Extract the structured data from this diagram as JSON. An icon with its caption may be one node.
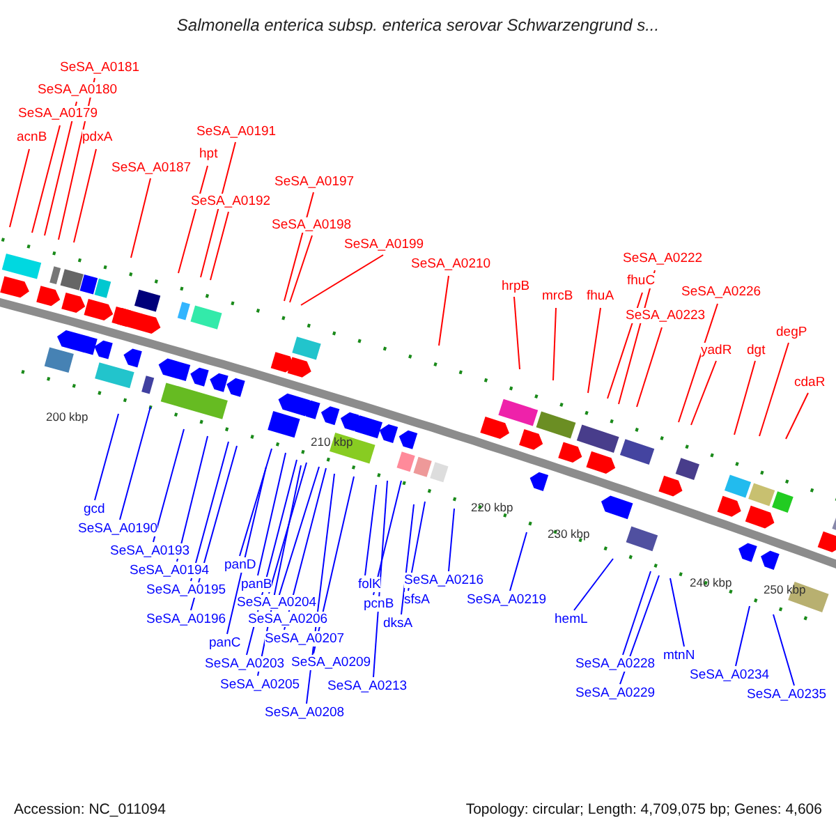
{
  "diagram": {
    "title": "Salmonella enterica subsp. enterica serovar Schwarzengrund s...",
    "nodes": [
      {
        "text": [
          "SeSA_A0181"
        ]
      },
      {
        "text": [
          "SeSA_A0180"
        ]
      },
      {
        "text": [
          "SeSA_A0179"
        ]
      },
      {
        "text": [
          "acnB"
        ]
      },
      {
        "text": [
          "pdxA"
        ]
      },
      {
        "text": [
          "SeSA_A0187"
        ]
      },
      {
        "text": [
          "SeSA_A0191"
        ]
      },
      {
        "text": [
          "hpt"
        ]
      },
      {
        "text": [
          "SeSA_A0192"
        ]
      },
      {
        "text": [
          "SeSA_A0197"
        ]
      },
      {
        "text": [
          "SeSA_A0198"
        ]
      },
      {
        "text": [
          "SeSA_A0199"
        ]
      },
      {
        "text": [
          "SeSA_A0210"
        ]
      },
      {
        "text": [
          "hrpB"
        ]
      },
      {
        "text": [
          "mrcB"
        ]
      },
      {
        "text": [
          "fhuA"
        ]
      },
      {
        "text": [
          "SeSA_A0222"
        ]
      },
      {
        "text": [
          "fhuC"
        ]
      },
      {
        "text": [
          "SeSA_A0223"
        ]
      },
      {
        "text": [
          "SeSA_A0226"
        ]
      },
      {
        "text": [
          "yadR"
        ]
      },
      {
        "text": [
          "dgt"
        ]
      },
      {
        "text": [
          "degP"
        ]
      },
      {
        "text": [
          "cdaR"
        ]
      },
      {
        "text": [
          "gcd"
        ]
      },
      {
        "text": [
          "SeSA_A0190"
        ]
      },
      {
        "text": [
          "SeSA_A0193"
        ]
      },
      {
        "text": [
          "SeSA_A0194"
        ]
      },
      {
        "text": [
          "SeSA_A0195"
        ]
      },
      {
        "text": [
          "SeSA_A0196"
        ]
      },
      {
        "text": [
          "panD"
        ]
      },
      {
        "text": [
          "panB"
        ]
      },
      {
        "text": [
          "SeSA_A0204"
        ]
      },
      {
        "text": [
          "SeSA_A0206"
        ]
      },
      {
        "text": [
          "SeSA_A0207"
        ]
      },
      {
        "text": [
          "panC"
        ]
      },
      {
        "text": [
          "SeSA_A0203"
        ]
      },
      {
        "text": [
          "SeSA_A0205"
        ]
      },
      {
        "text": [
          "SeSA_A0209"
        ]
      },
      {
        "text": [
          "SeSA_A0208"
        ]
      },
      {
        "text": [
          "folK"
        ]
      },
      {
        "text": [
          "pcnB"
        ]
      },
      {
        "text": [
          "dksA"
        ]
      },
      {
        "text": [
          "SeSA_A0213"
        ]
      },
      {
        "text": [
          "sfsA"
        ]
      },
      {
        "text": [
          "SeSA_A0216"
        ]
      },
      {
        "text": [
          "SeSA_A0219"
        ]
      },
      {
        "text": [
          "hemL"
        ]
      },
      {
        "text": [
          "SeSA_A0228"
        ]
      },
      {
        "text": [
          "SeSA_A0229"
        ]
      },
      {
        "text": [
          "mtnN"
        ]
      },
      {
        "text": [
          "SeSA_A0234"
        ]
      },
      {
        "text": [
          "SeSA_A0235"
        ]
      }
    ],
    "edges": [
      {
        "from": 0,
        "to": null,
        "arrow": "none",
        "color": "#ff0000"
      },
      {
        "from": 1,
        "to": null,
        "arrow": "none",
        "color": "#ff0000"
      },
      {
        "from": 2,
        "to": null,
        "arrow": "none",
        "color": "#ff0000"
      },
      {
        "from": 3,
        "to": null,
        "arrow": "none",
        "color": "#ff0000"
      },
      {
        "from": 4,
        "to": null,
        "arrow": "none",
        "color": "#ff0000"
      },
      {
        "from": 5,
        "to": null,
        "arrow": "none",
        "color": "#ff0000"
      },
      {
        "from": 6,
        "to": null,
        "arrow": "none",
        "color": "#ff0000"
      },
      {
        "from": 7,
        "to": null,
        "arrow": "none",
        "color": "#ff0000"
      },
      {
        "from": 8,
        "to": null,
        "arrow": "none",
        "color": "#ff0000"
      },
      {
        "from": 9,
        "to": null,
        "arrow": "none",
        "color": "#ff0000"
      },
      {
        "from": 10,
        "to": null,
        "arrow": "none",
        "color": "#ff0000"
      },
      {
        "from": 11,
        "to": null,
        "arrow": "none",
        "color": "#ff0000"
      },
      {
        "from": 12,
        "to": null,
        "arrow": "none",
        "color": "#ff0000"
      },
      {
        "from": 13,
        "to": null,
        "arrow": "none",
        "color": "#ff0000"
      },
      {
        "from": 14,
        "to": null,
        "arrow": "none",
        "color": "#ff0000"
      },
      {
        "from": 15,
        "to": null,
        "arrow": "none",
        "color": "#ff0000"
      },
      {
        "from": 16,
        "to": null,
        "arrow": "none",
        "color": "#ff0000"
      },
      {
        "from": 17,
        "to": null,
        "arrow": "none",
        "color": "#ff0000"
      },
      {
        "from": 18,
        "to": null,
        "arrow": "none",
        "color": "#ff0000"
      },
      {
        "from": 19,
        "to": null,
        "arrow": "none",
        "color": "#ff0000"
      },
      {
        "from": 20,
        "to": null,
        "arrow": "none",
        "color": "#ff0000"
      },
      {
        "from": 21,
        "to": null,
        "arrow": "none",
        "color": "#ff0000"
      },
      {
        "from": 22,
        "to": null,
        "arrow": "none",
        "color": "#ff0000"
      },
      {
        "from": 23,
        "to": null,
        "arrow": "none",
        "color": "#ff0000"
      },
      {
        "from": 24,
        "to": null,
        "arrow": "none"
      },
      {
        "from": 25,
        "to": null,
        "arrow": "none"
      },
      {
        "from": 26,
        "to": null,
        "arrow": "none"
      },
      {
        "from": 27,
        "to": null,
        "arrow": "none"
      },
      {
        "from": 28,
        "to": null,
        "arrow": "none"
      },
      {
        "from": 29,
        "to": null,
        "arrow": "none"
      },
      {
        "from": 30,
        "to": null,
        "arrow": "none"
      },
      {
        "from": 31,
        "to": null,
        "arrow": "none"
      },
      {
        "from": 32,
        "to": null,
        "arrow": "none"
      },
      {
        "from": 33,
        "to": null,
        "arrow": "none"
      },
      {
        "from": 34,
        "to": null,
        "arrow": "none"
      },
      {
        "from": 35,
        "to": null,
        "arrow": "none"
      },
      {
        "from": 36,
        "to": null,
        "arrow": "none"
      },
      {
        "from": 37,
        "to": null,
        "arrow": "none"
      },
      {
        "from": 38,
        "to": null,
        "arrow": "none"
      },
      {
        "from": 39,
        "to": null,
        "arrow": "none"
      },
      {
        "from": 40,
        "to": null,
        "arrow": "none"
      },
      {
        "from": 41,
        "to": null,
        "arrow": "none"
      },
      {
        "from": 42,
        "to": null,
        "arrow": "none"
      },
      {
        "from": 43,
        "to": null,
        "arrow": "none"
      },
      {
        "from": 44,
        "to": null,
        "arrow": "none"
      },
      {
        "from": 45,
        "to": null,
        "arrow": "none"
      },
      {
        "from": 46,
        "to": null,
        "arrow": "none"
      },
      {
        "from": 47,
        "to": null,
        "arrow": "none"
      },
      {
        "from": 48,
        "to": null,
        "arrow": "none"
      },
      {
        "from": 49,
        "to": null,
        "arrow": "none"
      },
      {
        "from": 50,
        "to": null,
        "arrow": "none"
      },
      {
        "from": 51,
        "to": null,
        "arrow": "none"
      },
      {
        "from": 52,
        "to": null,
        "arrow": "none"
      }
    ],
    "labels": [
      "200 kbp",
      "210 kbp",
      "220 kbp",
      "230 kbp",
      "240 kbp",
      "250 kbp",
      "Accession: NC_011094",
      "Topology: circular; Length: 4,709,075 bp; Genes: 4,606"
    ]
  }
}
